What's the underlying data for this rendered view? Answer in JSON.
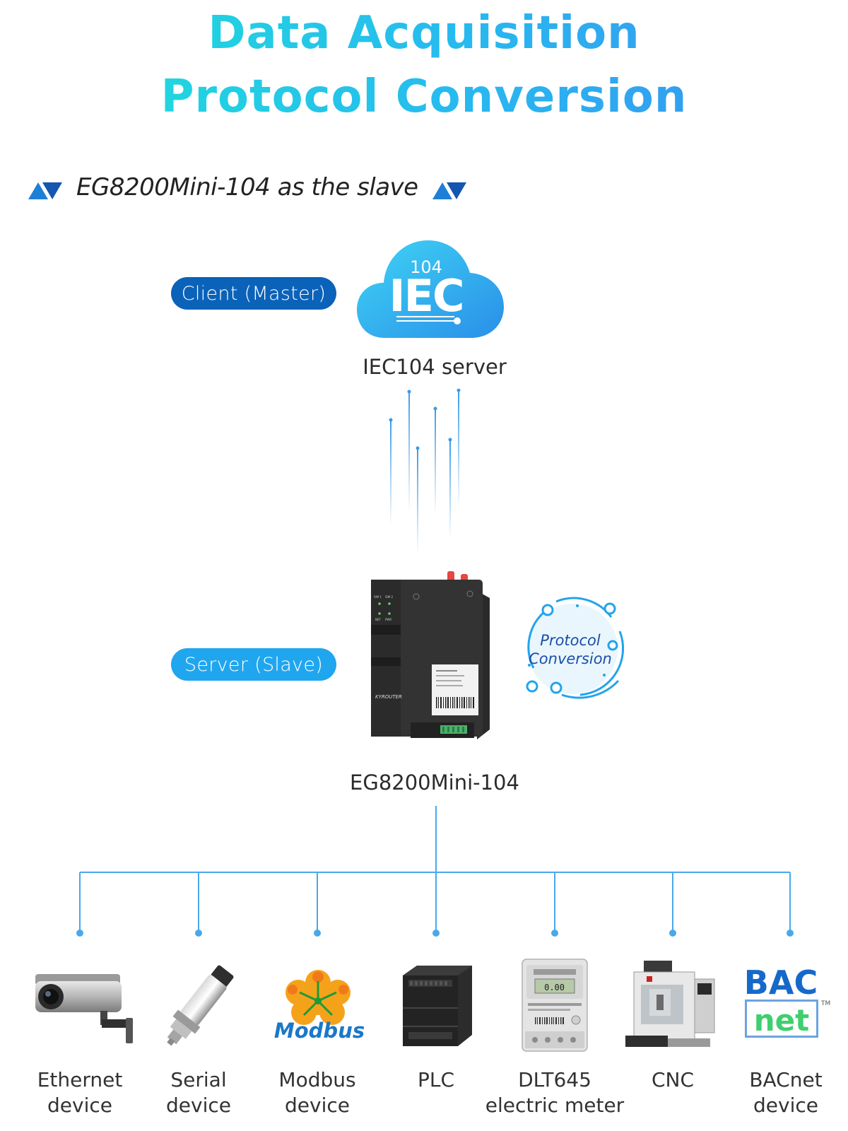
{
  "title": {
    "line1": "Data Acquisition",
    "line2": "Protocol Conversion"
  },
  "subtitle": "EG8200Mini-104 as the slave",
  "client_pill": "Client (Master)",
  "server_pill": "Server (Slave)",
  "iec_cloud": {
    "number": "104",
    "text": "IEC",
    "label": "IEC104 server"
  },
  "gateway": {
    "label": "EG8200Mini-104",
    "brand": "KYROUTER",
    "led_labels": [
      "SIM 1",
      "SIM 2",
      "NET",
      "PWR"
    ]
  },
  "protocol_badge": {
    "line1": "Protocol",
    "line2": "Conversion"
  },
  "devices": [
    {
      "line1": "Ethernet",
      "line2": "device",
      "icon": "security-camera-icon"
    },
    {
      "line1": "Serial",
      "line2": "device",
      "icon": "pressure-sensor-icon"
    },
    {
      "line1": "Modbus",
      "line2": "device",
      "icon": "modbus-logo-icon",
      "logo_text": "Modbus"
    },
    {
      "line1": "PLC",
      "line2": "",
      "icon": "plc-icon"
    },
    {
      "line1": "DLT645",
      "line2": "electric meter",
      "icon": "electric-meter-icon",
      "meter_reading": "0.00"
    },
    {
      "line1": "CNC",
      "line2": "",
      "icon": "cnc-machine-icon"
    },
    {
      "line1": "BACnet",
      "line2": "device",
      "icon": "bacnet-logo-icon",
      "logo_top": "BAC",
      "logo_bottom": "net",
      "logo_tm": "TM"
    }
  ],
  "colors": {
    "accent_dark": "#0b62b9",
    "accent_light": "#20a6ef",
    "line": "#4aa8ea"
  }
}
